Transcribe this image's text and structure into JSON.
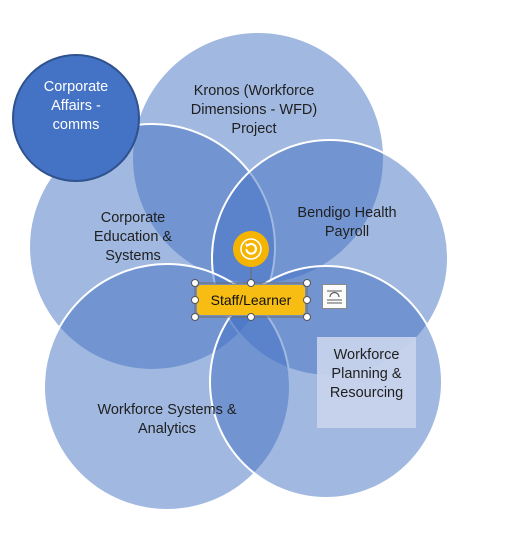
{
  "diagram": {
    "circles": [
      {
        "id": "kronos",
        "label": "Kronos (Workforce\nDimensions - WFD)\nProject"
      },
      {
        "id": "corp-edu",
        "label": "Corporate\nEducation &\nSystems"
      },
      {
        "id": "payroll",
        "label": "Bendigo Health\nPayroll"
      },
      {
        "id": "wf-systems",
        "label": "Workforce Systems &\nAnalytics"
      },
      {
        "id": "wf-planning",
        "label": "Workforce\nPlanning &\nResourcing"
      }
    ],
    "badge": {
      "label": "Corporate\nAffairs -\ncomms"
    },
    "center": {
      "label": "Staff/Learner"
    }
  },
  "colors": {
    "circle_fill": "#4472c4",
    "badge_fill": "#4472c4",
    "center_fill": "#f7bd12",
    "rotate_handle": "#f5b400"
  },
  "icons": {
    "rotate": "rotate-handle-icon",
    "layout": "layout-options-icon"
  }
}
